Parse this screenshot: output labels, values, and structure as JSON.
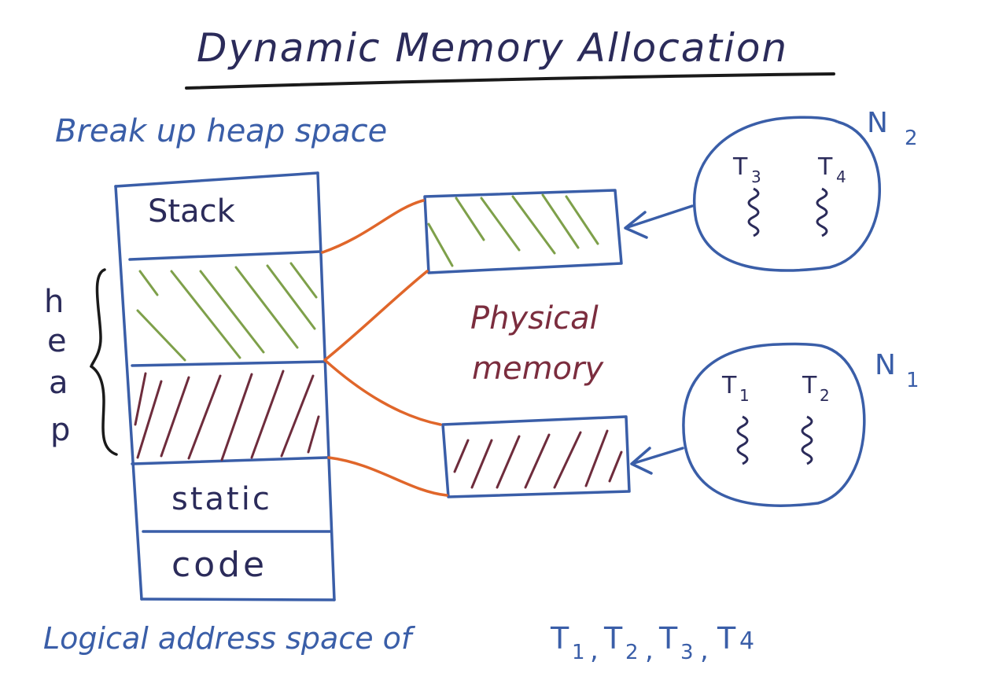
{
  "title": "Dynamic Memory Allocation",
  "subtitle": "Break up heap space",
  "address_space": {
    "segments": {
      "stack": "Stack",
      "static": "static",
      "code": "code"
    },
    "heap_label": [
      "h",
      "e",
      "a",
      "p"
    ],
    "caption_main": "Logical address space of",
    "caption_threads": [
      "T",
      "1",
      ",",
      "T",
      "2",
      ",",
      "T",
      "3",
      ",",
      "T",
      "4"
    ]
  },
  "physical_memory_label": [
    "Physical",
    "memory"
  ],
  "nodes": {
    "n2": {
      "label": "N",
      "sub": "2",
      "threads": [
        {
          "t": "T",
          "s": "3"
        },
        {
          "t": "T",
          "s": "4"
        }
      ]
    },
    "n1": {
      "label": "N",
      "sub": "1",
      "threads": [
        {
          "t": "T",
          "s": "1"
        },
        {
          "t": "T",
          "s": "2"
        }
      ]
    }
  },
  "colors": {
    "ink_blue": "#3a5ea8",
    "ink_dark": "#2b2b5a",
    "green_hatch": "#7ea04a",
    "maroon_hatch": "#6e2c3c",
    "orange_link": "#e0662a"
  }
}
